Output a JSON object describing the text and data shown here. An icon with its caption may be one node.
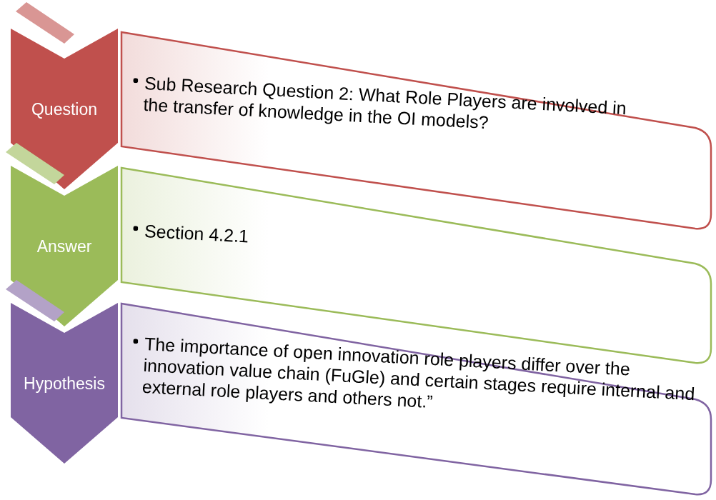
{
  "diagram": {
    "nodes": [
      {
        "text": [],
        "shape": "bar"
      },
      {
        "text": [
          "Question"
        ]
      },
      {
        "text": [
          "Sub Research Question 2: What Role Players are involved in the transfer of knowledge in the OI models?"
        ]
      },
      {
        "text": [],
        "shape": "bar"
      },
      {
        "text": [
          "Answer"
        ]
      },
      {
        "text": [
          "Section 4.2.1"
        ]
      },
      {
        "text": [],
        "shape": "bar"
      },
      {
        "text": [
          "Hypothesis"
        ]
      },
      {
        "text": [
          "The importance of open innovation role players differ over the innovation value chain (FuGle) and certain stages require internal and external role players and others not.”"
        ]
      }
    ]
  }
}
